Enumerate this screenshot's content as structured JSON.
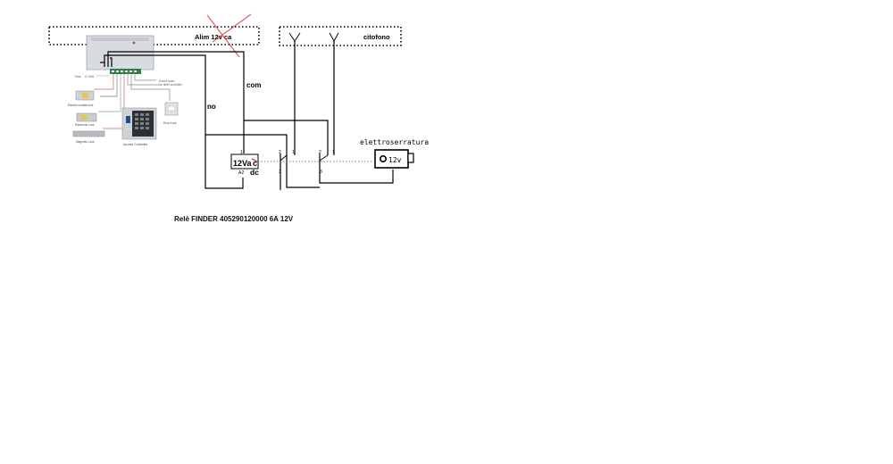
{
  "labels": {
    "power": "Alim 12v ca",
    "intercom": "citofono",
    "com": "com",
    "no": "no",
    "strike": "elettroserratura",
    "strike_voltage": "12v",
    "coil_voltage_a": "12Va",
    "coil_voltage_b": "c",
    "coil_dc": "dc",
    "coil_a1": "1",
    "coil_a2": "A2",
    "relay1_pin1": "1",
    "relay1_pin2": "2",
    "relay1_pin3": "3",
    "relay2_pin1": "1",
    "relay2_pin2": "2",
    "relay2_pin3": "3",
    "caption": "Relè FINDER 405290120000 6A 12V"
  },
  "controller_image": {
    "time": "Time",
    "time_range": "0~16S",
    "extra_power": "Extra Power",
    "extra_power_2": "for other controller",
    "mortise_lock": "Electric mortise lock",
    "electronic_lock": "Electronic Lock",
    "magnetic_lock": "Magnetic Lock",
    "access_controller": "Access Controller",
    "door_lock": "Door Lock"
  },
  "colors": {
    "wire": "#000000",
    "cross": "#e23b3b",
    "dotted": "#555555",
    "device_grey": "#c9ccd1"
  }
}
